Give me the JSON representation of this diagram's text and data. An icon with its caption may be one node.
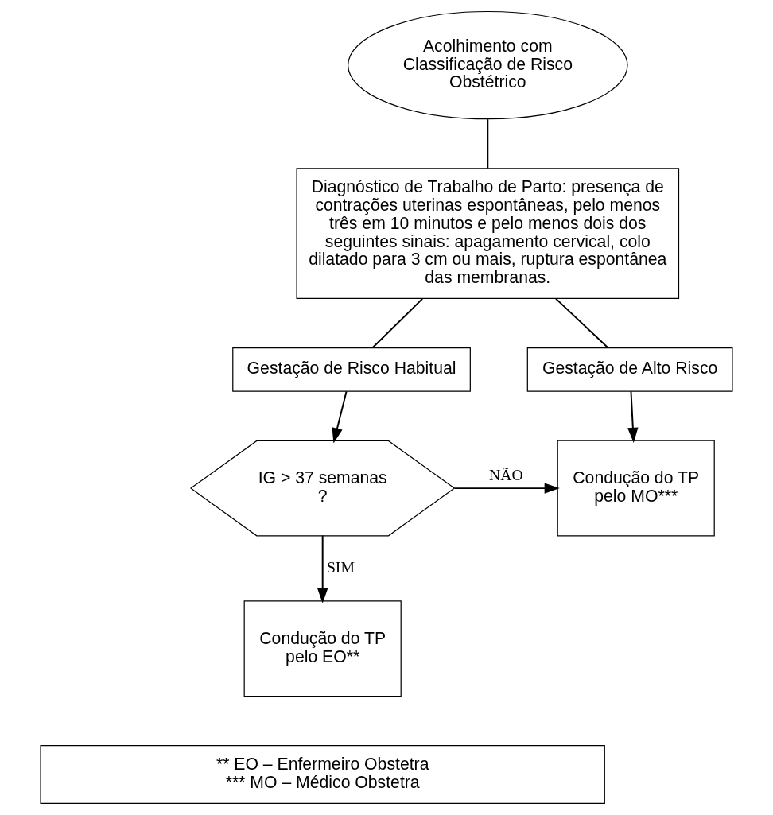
{
  "diagram": {
    "nodes": [
      {
        "text": [
          "Acolhimento com Classificação de Risco Obstétrico"
        ]
      },
      {
        "text": [
          "Diagnóstico de Trabalho de Parto: presença de contrações uterinas espontâneas, pelo menos três em 10 minutos e pelo menos dois dos seguintes sinais: apagamento cervical, colo dilatado para 3 cm ou mais, ruptura espontânea das membranas."
        ]
      },
      {
        "text": [
          "Gestação de Risco Habitual"
        ]
      },
      {
        "text": [
          "Gestação de Alto Risco"
        ]
      },
      {
        "text": [
          "IG > 37 semanas ?"
        ]
      },
      {
        "text": [
          "Condução do TP pelo MO***"
        ]
      },
      {
        "text": [
          "Condução do TP pelo EO**"
        ]
      },
      {
        "text": [
          "** EO – Enfermeiro Obstetra",
          "*** MO – Médico Obstetra"
        ]
      }
    ],
    "edges": [
      {
        "from": 0,
        "to": 1,
        "arrow": "none"
      },
      {
        "from": 1,
        "to": 2,
        "arrow": "none"
      },
      {
        "from": 1,
        "to": 3,
        "arrow": "none"
      },
      {
        "from": 2,
        "to": 4,
        "arrow": "to"
      },
      {
        "from": 3,
        "to": 5,
        "arrow": "to"
      },
      {
        "from": 4,
        "to": 5,
        "label": "NÃO",
        "arrow": "to"
      },
      {
        "from": 4,
        "to": 6,
        "label": "SIM",
        "arrow": "to"
      }
    ]
  }
}
